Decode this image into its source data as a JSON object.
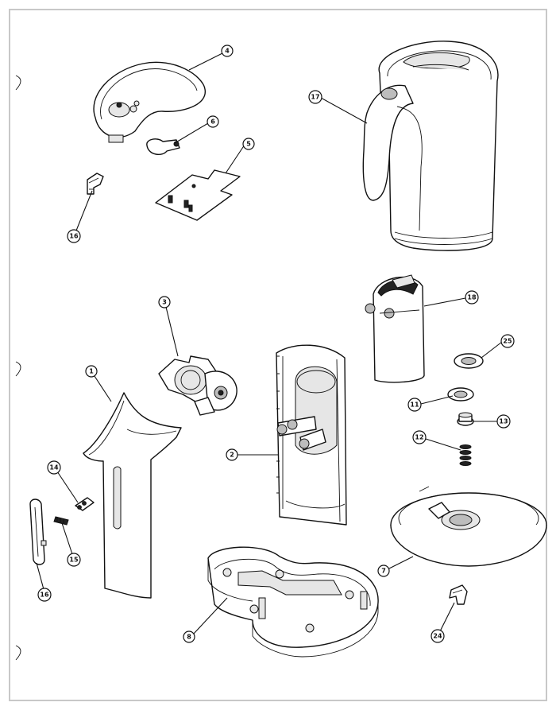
{
  "callouts": {
    "c1": "1",
    "c2": "2",
    "c3": "3",
    "c4": "4",
    "c5": "5",
    "c6": "6",
    "c7": "7",
    "c8": "8",
    "c11": "11",
    "c12": "12",
    "c13": "13",
    "c14": "14",
    "c15": "15",
    "c16a": "16",
    "c16b": "16",
    "c17": "17",
    "c18": "18",
    "c24": "24",
    "c25": "25"
  },
  "colors": {
    "ink": "#111111",
    "paper": "#ffffff",
    "frame": "#c8c8c8"
  }
}
